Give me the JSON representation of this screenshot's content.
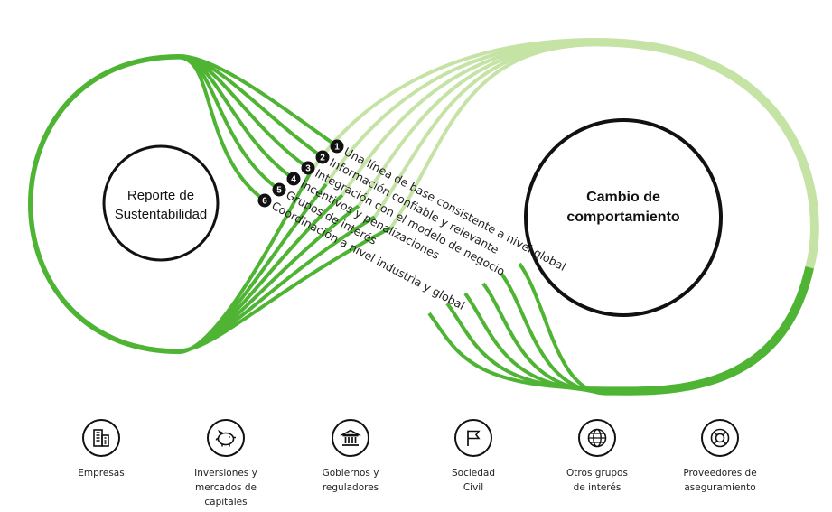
{
  "left_circle": {
    "line1": "Reporte de",
    "line2": "Sustentabilidad"
  },
  "right_circle": {
    "line1": "Cambio de",
    "line2": "comportamiento"
  },
  "steps": [
    {
      "num": "1",
      "label": "Una línea de base consistente a nivel global"
    },
    {
      "num": "2",
      "label": "Información confiable y relevante"
    },
    {
      "num": "3",
      "label": "Integración con el modelo de negocio"
    },
    {
      "num": "4",
      "label": "Incentivos y penalizaciones"
    },
    {
      "num": "5",
      "label": "Grupos de interés"
    },
    {
      "num": "6",
      "label": "Coordinación a nivel industria y global"
    }
  ],
  "stakeholders": [
    {
      "icon": "building-icon",
      "lines": [
        "Empresas"
      ]
    },
    {
      "icon": "piggy-bank-icon",
      "lines": [
        "Inversiones y",
        "mercados de",
        "capitales"
      ]
    },
    {
      "icon": "government-icon",
      "lines": [
        "Gobiernos y",
        "reguladores"
      ]
    },
    {
      "icon": "flag-icon",
      "lines": [
        "Sociedad",
        "Civil"
      ]
    },
    {
      "icon": "globe-icon",
      "lines": [
        "Otros grupos",
        "de interés"
      ]
    },
    {
      "icon": "lifebuoy-icon",
      "lines": [
        "Proveedores de",
        "aseguramiento"
      ]
    }
  ],
  "colors": {
    "dark_green": "#4fb434",
    "light_green": "#c6e3a6",
    "ring": "#111111"
  }
}
